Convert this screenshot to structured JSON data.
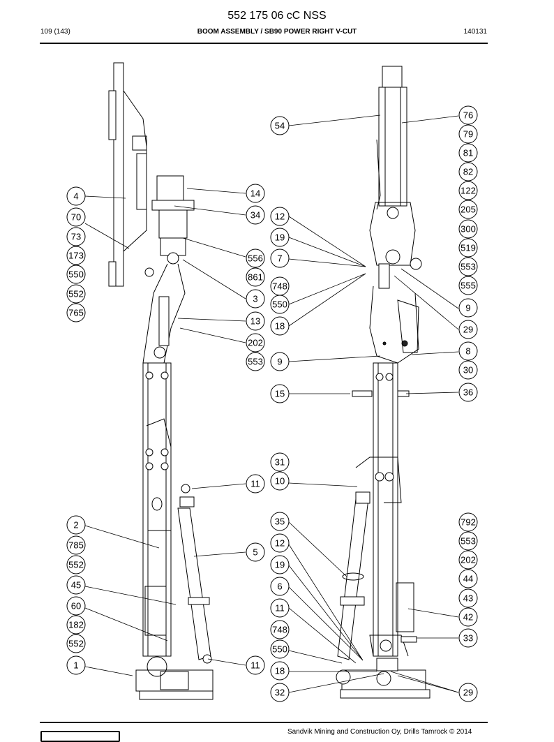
{
  "header": {
    "doc_number": "552 175 06 cC NSS",
    "page": "109 (143)",
    "title": "BOOM ASSEMBLY / SB90 POWER RIGHT V-CUT",
    "date_code": "140131"
  },
  "callouts_left": [
    "4",
    "70",
    "73",
    "173",
    "550",
    "552",
    "765",
    "2",
    "785",
    "552",
    "45",
    "60",
    "182",
    "552",
    "1"
  ],
  "callouts_mid_left": [
    "14",
    "34",
    "556",
    "861",
    "3",
    "13",
    "202",
    "553",
    "11",
    "5",
    "11"
  ],
  "callouts_mid_right": [
    "54",
    "12",
    "19",
    "7",
    "748",
    "550",
    "18",
    "9",
    "15",
    "31",
    "10",
    "35",
    "12",
    "19",
    "6",
    "11",
    "748",
    "550",
    "18",
    "32"
  ],
  "callouts_right": [
    "76",
    "79",
    "81",
    "82",
    "122",
    "205",
    "300",
    "519",
    "553",
    "555",
    "9",
    "29",
    "8",
    "30",
    "36",
    "792",
    "553",
    "202",
    "44",
    "43",
    "42",
    "33",
    "29"
  ],
  "footer": {
    "copyright": "Sandvik Mining and Construction Oy, Drills Tamrock © 2014"
  }
}
